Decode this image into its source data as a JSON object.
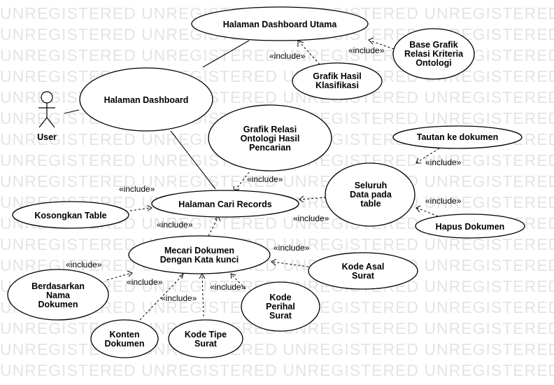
{
  "watermark": "UNREGISTERED",
  "actor": {
    "label": "User"
  },
  "include_label": "«include»",
  "use_cases": {
    "dashboard_utama": [
      "Halaman Dashboard Utama"
    ],
    "base_grafik": [
      "Base Grafik",
      "Relasi Kriteria",
      "Ontologi"
    ],
    "grafik_hasil": [
      "Grafik Hasil",
      "Klasifikasi"
    ],
    "dashboard": [
      "Halaman Dashboard"
    ],
    "grafik_relasi": [
      "Grafik Relasi",
      "Ontologi Hasil",
      "Pencarian"
    ],
    "tautan": [
      "Tautan ke dokumen"
    ],
    "seluruh_data": [
      "Seluruh",
      "Data pada",
      "table"
    ],
    "cari_records": [
      "Halaman Cari Records"
    ],
    "kosongkan": [
      "Kosongkan Table"
    ],
    "hapus": [
      "Hapus Dokumen"
    ],
    "mencari": [
      "Mecari Dokumen",
      "Dengan Kata kunci"
    ],
    "kode_asal": [
      "Kode Asal",
      "Surat"
    ],
    "nama_dokumen": [
      "Berdasarkan",
      "Nama",
      "Dokumen"
    ],
    "kode_perihal": [
      "Kode",
      "Perihal",
      "Surat"
    ],
    "konten": [
      "Konten",
      "Dokumen"
    ],
    "kode_tipe": [
      "Kode Tipe",
      "Surat"
    ]
  }
}
